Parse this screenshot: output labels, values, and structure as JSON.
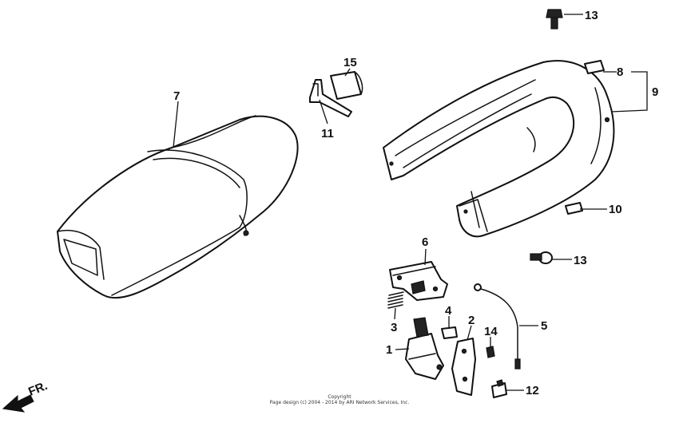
{
  "callouts": {
    "c1": "1",
    "c2": "2",
    "c3": "3",
    "c4": "4",
    "c5": "5",
    "c6": "6",
    "c7": "7",
    "c8": "8",
    "c9": "9",
    "c10": "10",
    "c11": "11",
    "c12": "12",
    "c13a": "13",
    "c13b": "13",
    "c14": "14",
    "c15": "15"
  },
  "direction_label": "FR.",
  "copyright": {
    "line1": "Copyright",
    "line2": "Page design (c) 2004 - 2014 by ARI Network Services, Inc."
  },
  "colors": {
    "ink": "#111111",
    "paper": "#ffffff"
  }
}
